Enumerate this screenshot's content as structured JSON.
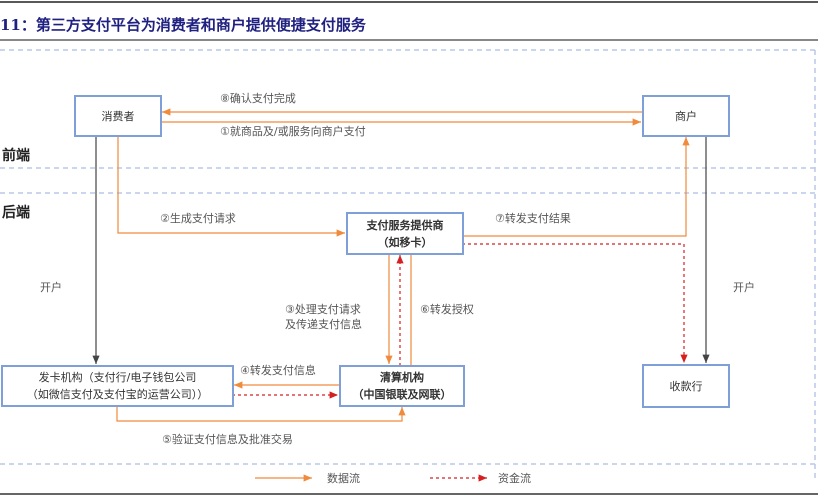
{
  "title": "11：第三方支付平台为消费者和商户提供便捷支付服务",
  "zones": {
    "front": "前端",
    "back": "后端"
  },
  "nodes": {
    "consumer": "消费者",
    "merchant": "商户",
    "psp_line1": "支付服务提供商",
    "psp_line2": "（如移卡）",
    "issuer_line1": "发卡机构（支付行/电子钱包公司",
    "issuer_line2": "（如微信支付及支付宝的运营公司））",
    "clearing_line1": "清算机构",
    "clearing_line2": "（中国银联及网联）",
    "acquirer": "收款行"
  },
  "edges": {
    "step8": "⑧确认支付完成",
    "step1": "①就商品及/或服务向商户支付",
    "step2": "②生成支付请求",
    "step7": "⑦转发支付结果",
    "step3_line1": "③处理支付请求",
    "step3_line2": "及传递支付信息",
    "step6": "⑥转发授权",
    "step4": "④转发支付信息",
    "step5": "⑤验证支付信息及批准交易",
    "open_account_left": "开户",
    "open_account_right": "开户"
  },
  "legend": {
    "data_flow": "数据流",
    "fund_flow": "资金流"
  },
  "colors": {
    "data_flow": "#f4a460",
    "fund_flow": "#d62020",
    "box_border": "#7f9fd8",
    "title": "#1f2080"
  }
}
